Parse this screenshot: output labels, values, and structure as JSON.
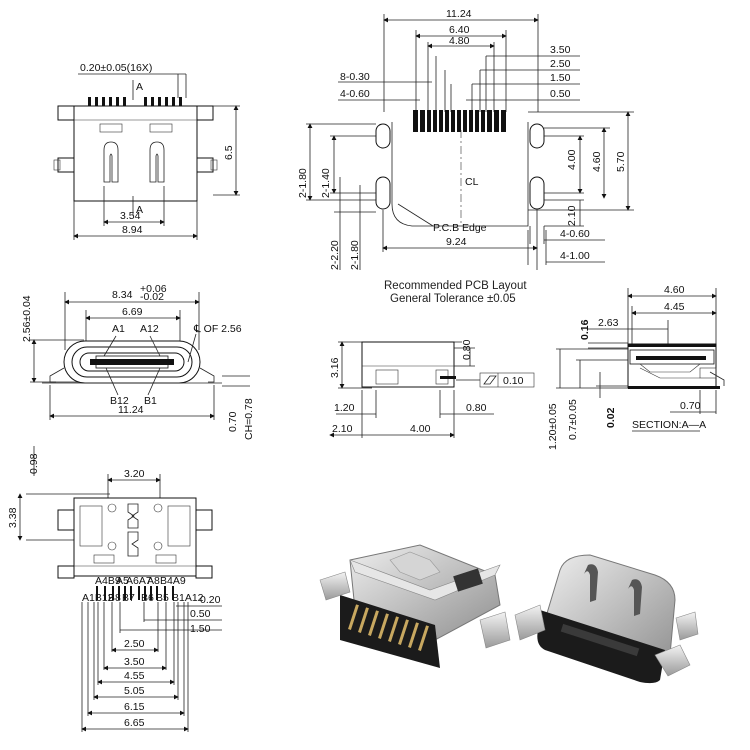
{
  "front_view": {
    "pitch_label": "0.20±0.05(16X)",
    "section_mark": "A",
    "height_label": "6.5",
    "slot_spacing": "3.54",
    "width_label": "8.94"
  },
  "pcb_layout": {
    "dims_top": [
      "11.24",
      "6.40",
      "4.80",
      "3.50",
      "2.50",
      "1.50",
      "0.50"
    ],
    "pad_labels": [
      "8-0.30",
      "4-0.60"
    ],
    "left_dims": [
      "2-1.80",
      "2-1.40",
      "2-2.20",
      "2-1.80"
    ],
    "right_dims": [
      "4.00",
      "4.60",
      "5.70",
      "2.10"
    ],
    "bottom_dims": [
      "9.24",
      "4-0.60",
      "4-1.00"
    ],
    "edge_label": "P.C.B Edge",
    "centerline": "CL",
    "title": "Recommended PCB Layout",
    "tolerance": "General Tolerance ±0.05"
  },
  "end_view": {
    "width_top": "8.34",
    "tol_plus": "+0.06",
    "tol_minus": "-0.02",
    "opening": "6.69",
    "height": "2.56±0.04",
    "pin_a1": "A1",
    "pin_a12": "A12",
    "pin_b12": "B12",
    "pin_b1": "B1",
    "of_label": "℄ OF 2.56",
    "width_bottom": "11.24",
    "dim_070": "0.70",
    "ch_label": "CH=0.78"
  },
  "side_view": {
    "h316": "3.16",
    "d080": "0.80",
    "flatness": "0.10",
    "d120": "1.20",
    "d080b": "0.80",
    "d210": "2.10",
    "d400": "4.00"
  },
  "section": {
    "d460": "4.60",
    "d445": "4.45",
    "d263": "2.63",
    "d016": "0.16",
    "d120": "1.20±0.05",
    "d07": "0.7±0.05",
    "d002": "0.02",
    "d070": "0.70",
    "label": "SECTION:A—A"
  },
  "top_view": {
    "d098": "0.98",
    "d338": "3.38",
    "d320": "3.20",
    "pin_row1": [
      "A4B9",
      "A5",
      "A6A7",
      "A8",
      "B4A9"
    ],
    "pin_row2": [
      "A1B12",
      "B8",
      "B7",
      "B6",
      "B5",
      "B1A12"
    ],
    "dims": [
      "0.20",
      "0.50",
      "1.50",
      "2.50",
      "3.50",
      "4.55",
      "5.05",
      "6.15",
      "6.65"
    ]
  },
  "colors": {
    "line": "#222222",
    "photo_metal": "#c9c9c9",
    "photo_plastic": "#1b1b1b"
  }
}
